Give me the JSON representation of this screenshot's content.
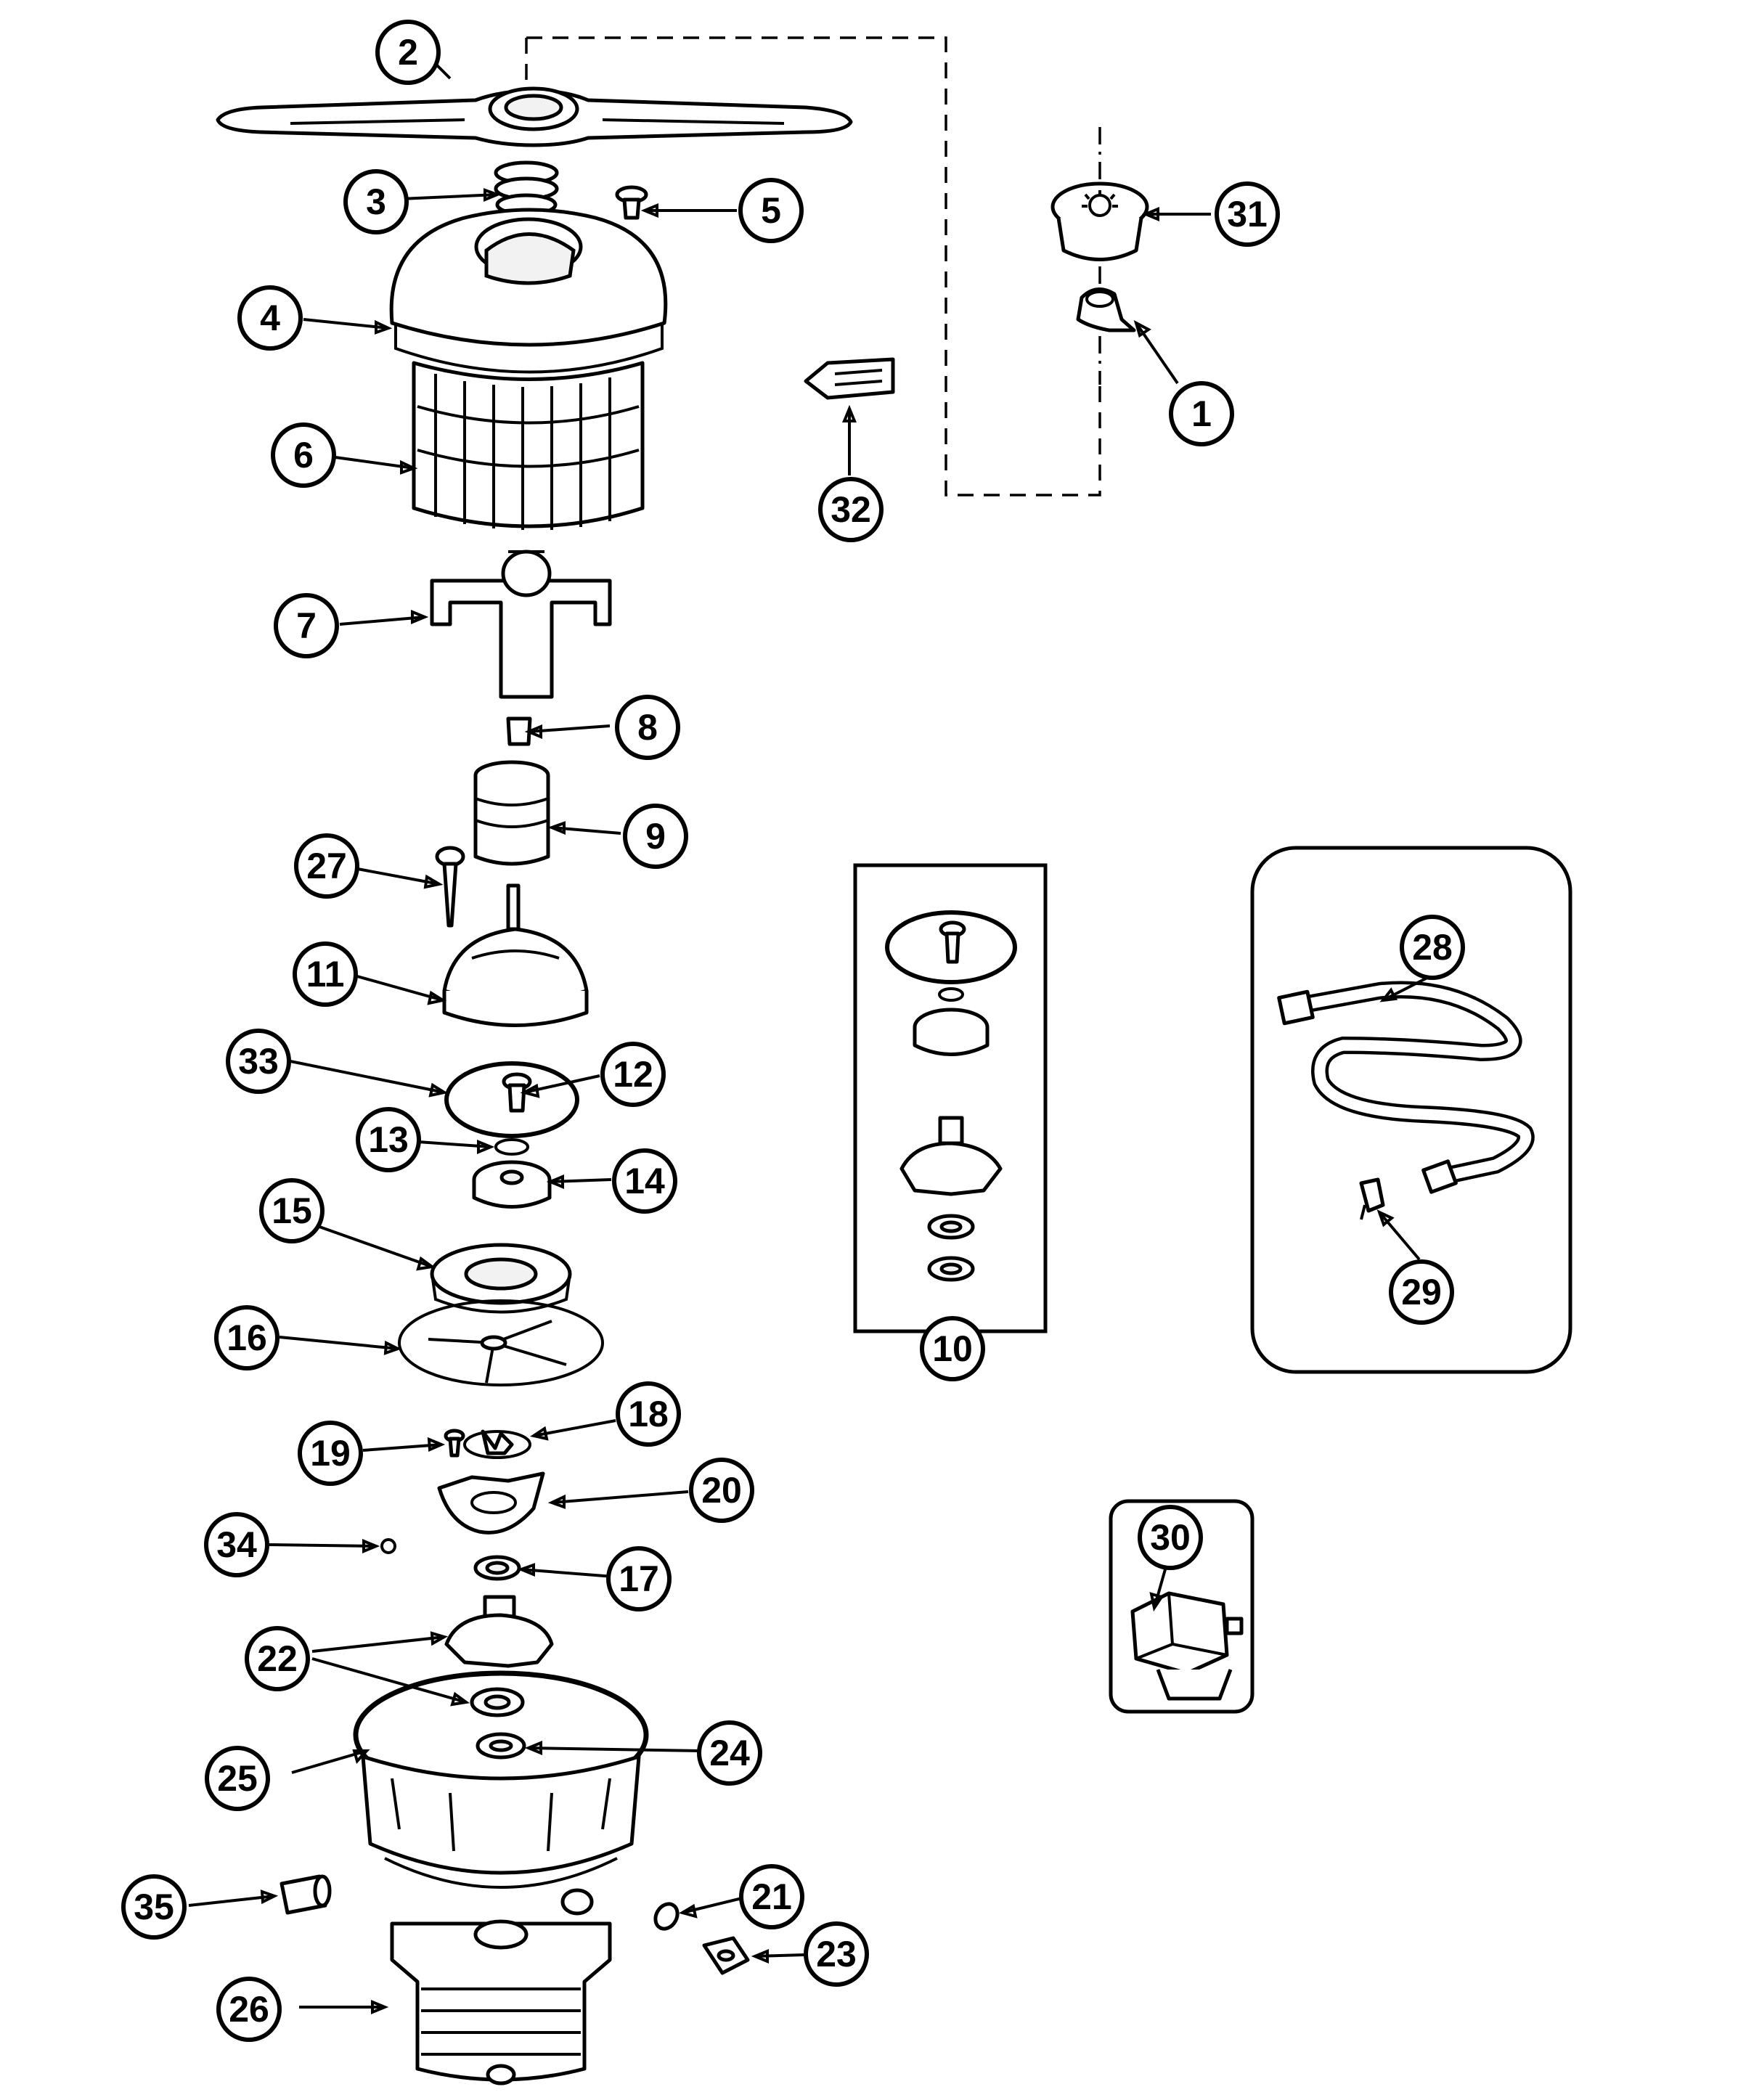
{
  "diagram": {
    "callouts": [
      {
        "id": "c1",
        "label": "1"
      },
      {
        "id": "c2",
        "label": "2"
      },
      {
        "id": "c3",
        "label": "3"
      },
      {
        "id": "c4",
        "label": "4"
      },
      {
        "id": "c5",
        "label": "5"
      },
      {
        "id": "c6",
        "label": "6"
      },
      {
        "id": "c7",
        "label": "7"
      },
      {
        "id": "c8",
        "label": "8"
      },
      {
        "id": "c9",
        "label": "9"
      },
      {
        "id": "c10",
        "label": "10"
      },
      {
        "id": "c11",
        "label": "11"
      },
      {
        "id": "c12",
        "label": "12"
      },
      {
        "id": "c13",
        "label": "13"
      },
      {
        "id": "c14",
        "label": "14"
      },
      {
        "id": "c15",
        "label": "15"
      },
      {
        "id": "c16",
        "label": "16"
      },
      {
        "id": "c17",
        "label": "17"
      },
      {
        "id": "c18",
        "label": "18"
      },
      {
        "id": "c19",
        "label": "19"
      },
      {
        "id": "c20",
        "label": "20"
      },
      {
        "id": "c21",
        "label": "21"
      },
      {
        "id": "c22",
        "label": "22"
      },
      {
        "id": "c23",
        "label": "23"
      },
      {
        "id": "c24",
        "label": "24"
      },
      {
        "id": "c25",
        "label": "25"
      },
      {
        "id": "c26",
        "label": "26"
      },
      {
        "id": "c27",
        "label": "27"
      },
      {
        "id": "c28",
        "label": "28"
      },
      {
        "id": "c29",
        "label": "29"
      },
      {
        "id": "c30",
        "label": "30"
      },
      {
        "id": "c31",
        "label": "31"
      },
      {
        "id": "c32",
        "label": "32"
      },
      {
        "id": "c33",
        "label": "33"
      },
      {
        "id": "c34",
        "label": "34"
      },
      {
        "id": "c35",
        "label": "35"
      }
    ]
  }
}
